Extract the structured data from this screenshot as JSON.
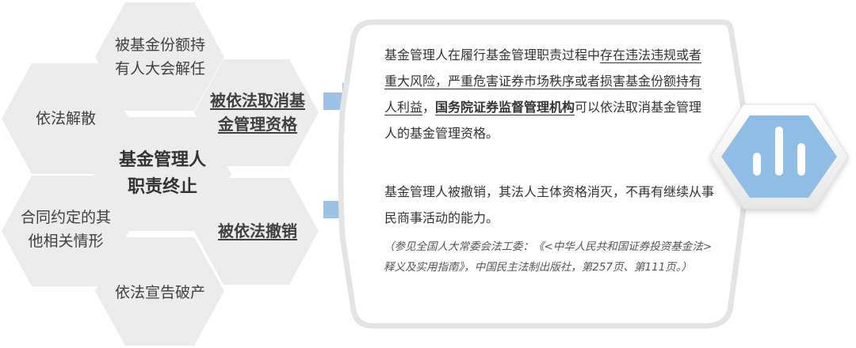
{
  "hexagons": {
    "top": "被基金份额持有人大会解任",
    "left_upper": "依法解散",
    "revoke_qualification": "被依法取消基金管理资格",
    "center": "基金管理人职责终止",
    "left_lower": "合同约定的其他相关情形",
    "revoked": "被依法撤销",
    "bottom": "依法宣告破产"
  },
  "explanations": {
    "first": {
      "p1": "基金管理人在履行基金管理职责过程中",
      "u1": "存在违法违规或者重大风险，严重危害证券市场秩序或者损害基金份额持有人利益",
      "p2": "，",
      "b1": "国务院证券监督管理机构",
      "p3": "可以依法取消基金管理人的基金管理资格。"
    },
    "second": "基金管理人被撤销，其法人主体资格消灭，不再有继续从事民商事活动的能力。",
    "citation": "（参见全国人大常委会法工委：《<中华人民共和国证券投资基金法>释义及实用指南》，中国民主法制出版社，第257页、第111页。）"
  },
  "colors": {
    "hex_fill": "#ececec",
    "frame_stroke": "#e4e4e4",
    "arrow": "#9cc3e6",
    "badge": "#8fbde3"
  },
  "icon": "bar-chart-icon"
}
